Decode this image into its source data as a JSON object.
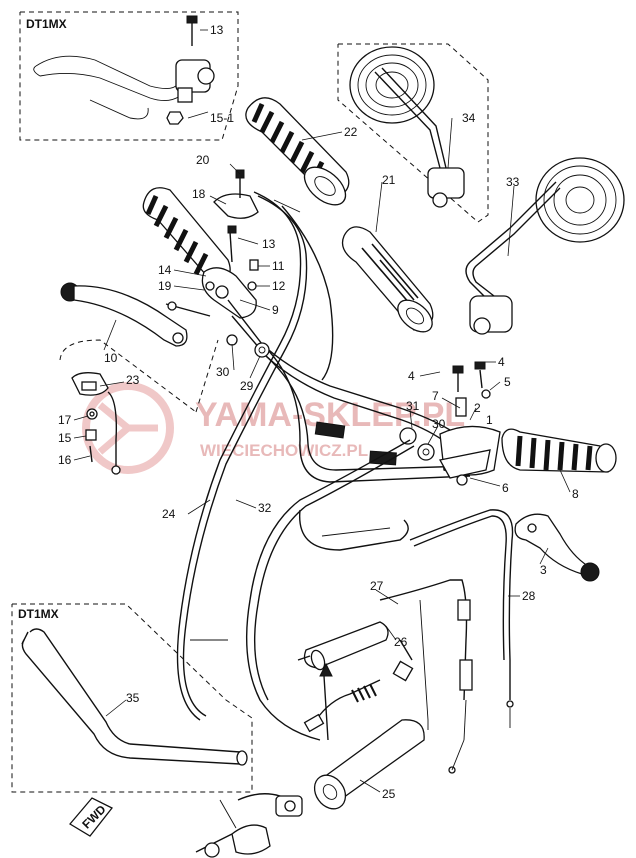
{
  "inset_top_title": "DT1MX",
  "inset_bottom_title": "DT1MX",
  "watermark_main": "YAMA-SKLEP.PL",
  "watermark_sub": "WIECIECHOWICZ.PL",
  "fwd_label": "FWD",
  "labels": {
    "p1": "1",
    "p2": "2",
    "p3": "3",
    "p4a": "4",
    "p4b": "4",
    "p5": "5",
    "p6": "6",
    "p7": "7",
    "p8": "8",
    "p9": "9",
    "p10": "10",
    "p11": "11",
    "p12": "12",
    "p13a": "13",
    "p13b": "13",
    "p14": "14",
    "p15": "15",
    "p151": "15-1",
    "p16": "16",
    "p17": "17",
    "p18": "18",
    "p19": "19",
    "p20": "20",
    "p21": "21",
    "p22": "22",
    "p23": "23",
    "p24": "24",
    "p25": "25",
    "p26": "26",
    "p27": "27",
    "p28": "28",
    "p29": "29",
    "p30a": "30",
    "p30b": "30",
    "p31": "31",
    "p32": "32",
    "p33": "33",
    "p34": "34",
    "p35": "35"
  }
}
